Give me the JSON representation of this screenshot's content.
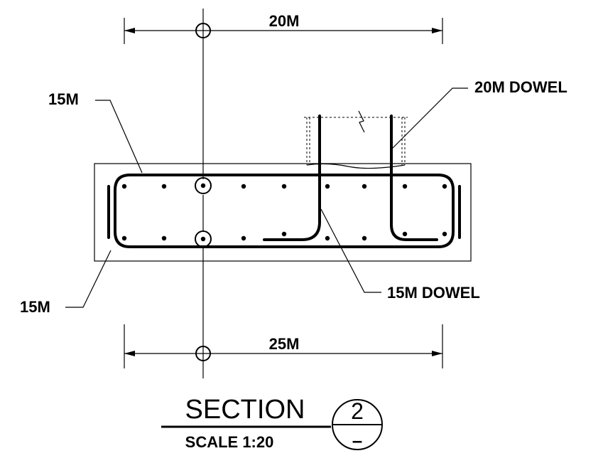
{
  "dimensions": {
    "top_label": "20M",
    "bottom_label": "25M"
  },
  "callouts": {
    "top_left": "15M",
    "bottom_left": "15M",
    "dowel_20": "20M DOWEL",
    "dowel_15": "15M DOWEL"
  },
  "title": {
    "section_label": "SECTION",
    "scale_label": "SCALE 1:20",
    "section_number": "2",
    "sheet_ref": "–"
  }
}
